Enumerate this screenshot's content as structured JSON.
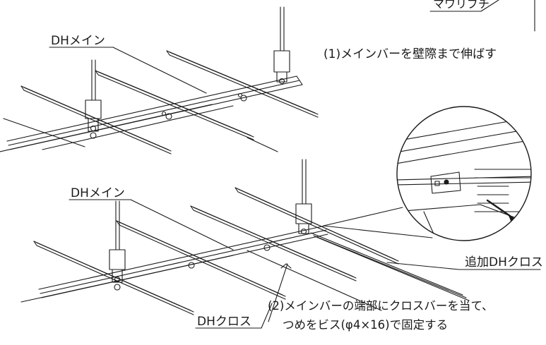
{
  "labels": {
    "top_right_partial": "マワリブチ",
    "dh_main_top": "DHメイン",
    "step1": "(1)メインバーを壁際まで伸ばす",
    "dh_main_bottom": "DHメイン",
    "added_dh_cross": "追加DHクロス",
    "dh_cross": "DHクロス",
    "step2_line1": "(2)メインバーの端部にクロスバーを当て、",
    "step2_line2": "つめをビス(φ4×16)で固定する"
  },
  "colors": {
    "line": "#1a1a1a",
    "background": "#ffffff"
  }
}
